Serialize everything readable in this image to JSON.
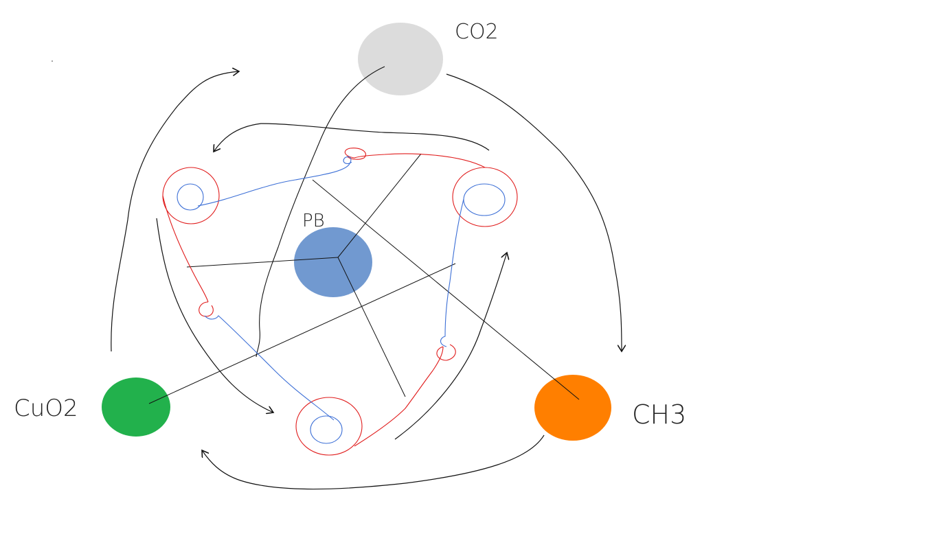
{
  "diagram": {
    "nodes": {
      "top": {
        "label": "CO2",
        "color": "#dcdcdc"
      },
      "center": {
        "label": "PB",
        "color": "#7199d0"
      },
      "left": {
        "label": "CuO2",
        "color": "#22b14c"
      },
      "right": {
        "label": "CH3",
        "color": "#ff7f00"
      }
    },
    "colors": {
      "ink": "#111111",
      "ring_outer": "#e01b1b",
      "ring_inner": "#3c6fd6"
    }
  }
}
